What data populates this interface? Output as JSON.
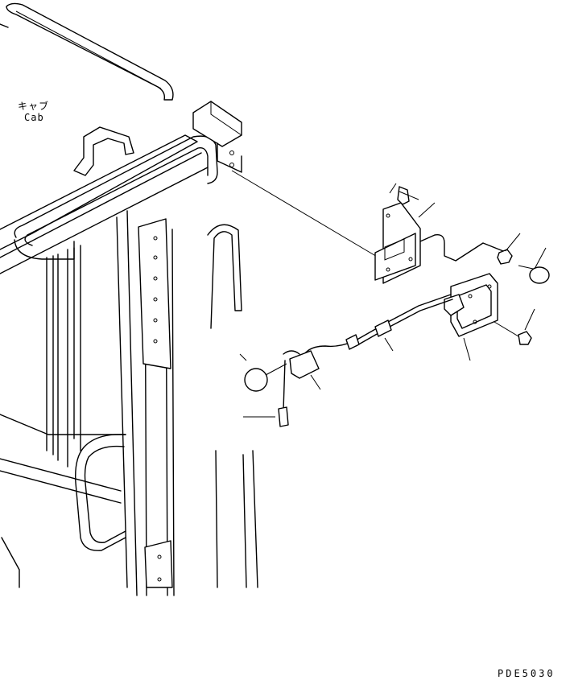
{
  "labels": {
    "cab_jp": "キャブ",
    "cab_en": "Cab"
  },
  "drawing_code": "PDE5030",
  "colors": {
    "line": "#000000",
    "background": "#ffffff"
  }
}
